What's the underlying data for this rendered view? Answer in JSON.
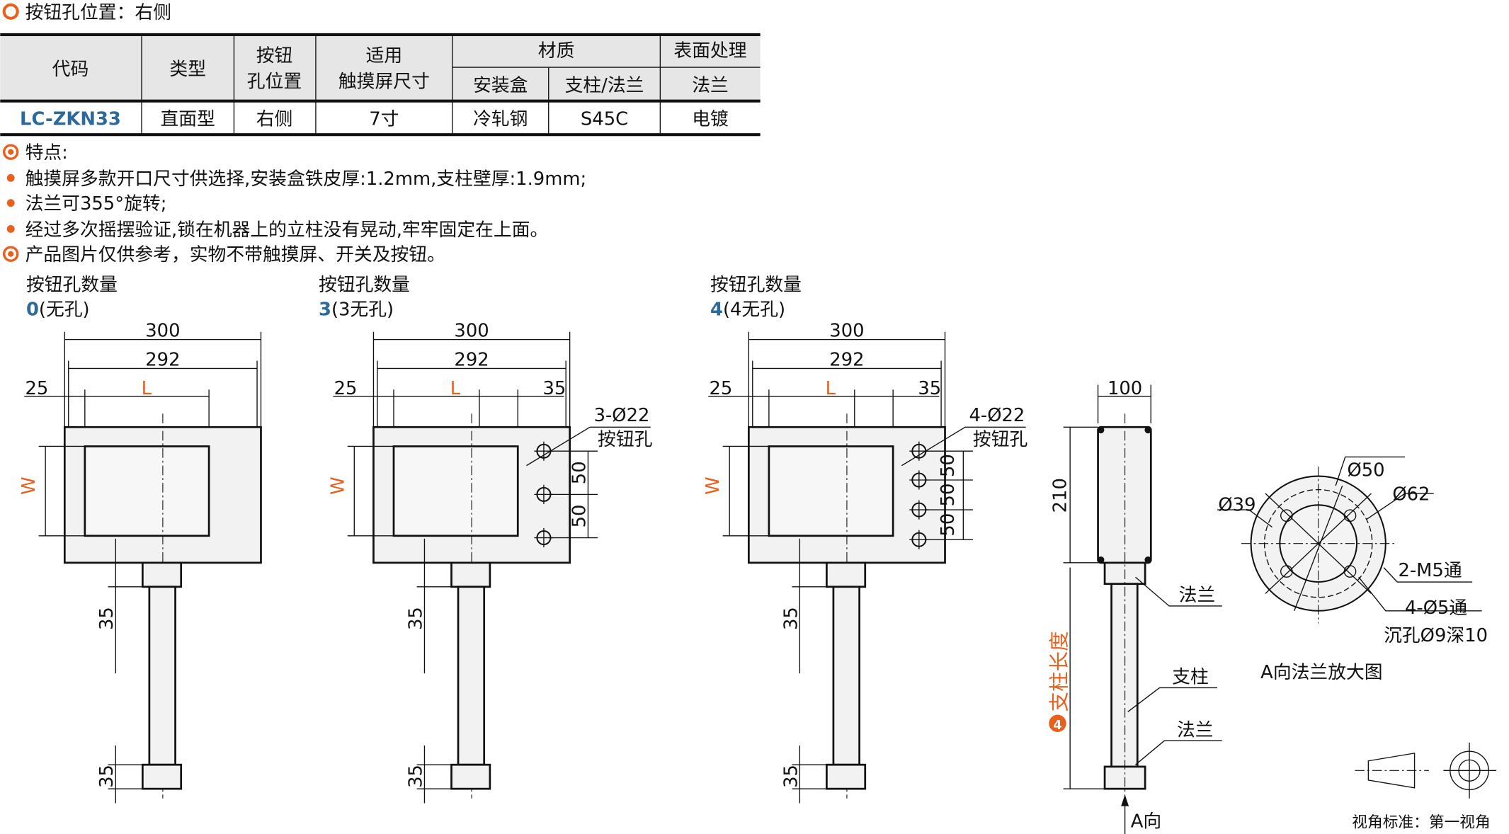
{
  "header": {
    "label": "按钮孔位置：右侧"
  },
  "table": {
    "headers": {
      "code": "代码",
      "type": "类型",
      "hole_pos_1": "按钮",
      "hole_pos_2": "孔位置",
      "screen_1": "适用",
      "screen_2": "触摸屏尺寸",
      "material": "材质",
      "box": "安装盒",
      "pole": "支柱/法兰",
      "surface": "表面处理",
      "flange": "法兰"
    },
    "row": {
      "code": "LC-ZKN33",
      "type": "直面型",
      "hole_pos": "右侧",
      "screen": "7寸",
      "box": "冷轧钢",
      "pole": "S45C",
      "flange": "电镀"
    }
  },
  "features": {
    "title": "特点:",
    "items": [
      "触摸屏多款开口尺寸供选择,安装盒铁皮厚:1.2mm,支柱壁厚:1.9mm;",
      "法兰可355°旋转;",
      "经过多次摇摆验证,锁在机器上的立柱没有晃动,牢牢固定在上面。"
    ],
    "note": "产品图片仅供参考，实物不带触摸屏、开关及按钮。"
  },
  "panels": [
    {
      "title": "按钮孔数量",
      "count": "0",
      "count_suffix": "(无孔)",
      "holes": 0,
      "hole_label_1": "",
      "hole_label_2": ""
    },
    {
      "title": "按钮孔数量",
      "count": "3",
      "count_suffix": "(3无孔)",
      "holes": 3,
      "hole_label_1": "3-Ø22",
      "hole_label_2": "按钮孔"
    },
    {
      "title": "按钮孔数量",
      "count": "4",
      "count_suffix": "(4无孔)",
      "holes": 4,
      "hole_label_1": "4-Ø22",
      "hole_label_2": "按钮孔"
    }
  ],
  "dims": {
    "w300": "300",
    "w292": "292",
    "d25": "25",
    "L": "L",
    "d35": "35",
    "W": "W",
    "d50": "50",
    "d100": "100",
    "d210": "210"
  },
  "side_view": {
    "flange_top": "法兰",
    "pole": "支柱",
    "flange_bottom": "法兰",
    "pole_length": "支柱长度",
    "pole_length_num": "4",
    "a_dir": "A向"
  },
  "flange_view": {
    "d50": "Ø50",
    "d62": "Ø62",
    "d39": "Ø39",
    "m5": "2-M5通",
    "holes": "4-Ø5通",
    "counterbore": "沉孔Ø9深10",
    "caption": "A向法兰放大图"
  },
  "view_standard": "视角标准：第一视角",
  "colors": {
    "orange": "#e8601c",
    "blue": "#2b6a9a",
    "gray": "#e6e6e6"
  }
}
